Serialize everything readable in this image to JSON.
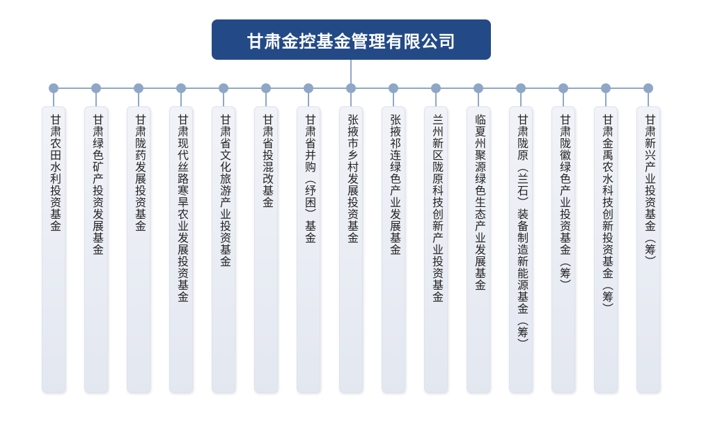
{
  "root": {
    "title": "甘肃金控基金管理有限公司"
  },
  "children": [
    {
      "label": "甘肃农田水利投资基金"
    },
    {
      "label": "甘肃绿色矿产投资发展基金"
    },
    {
      "label": "甘肃陇药发展投资基金"
    },
    {
      "label": "甘肃现代丝路寒旱农业发展投资基金"
    },
    {
      "label": "甘肃省文化旅游产业投资基金"
    },
    {
      "label": "甘肃省投混改基金"
    },
    {
      "label": "甘肃省并购（纾困）基金"
    },
    {
      "label": "张掖市乡村发展投资基金"
    },
    {
      "label": "张掖祁连绿色产业发展基金"
    },
    {
      "label": "兰州新区陇原科技创新产业投资基金"
    },
    {
      "label": "临夏州聚源绿色生态产业发展基金"
    },
    {
      "label": "甘肃陇原（兰石）装备制造新能源基金（筹）"
    },
    {
      "label": "甘肃陇徽绿色产业投资基金（筹）"
    },
    {
      "label": "甘肃金禹农水科技创新投资基金（筹）"
    },
    {
      "label": "甘肃新兴产业投资基金（筹）"
    }
  ],
  "colors": {
    "root_fill": "#234a86",
    "connector": "#8fa7c6",
    "child_fill": "#eceff5"
  }
}
